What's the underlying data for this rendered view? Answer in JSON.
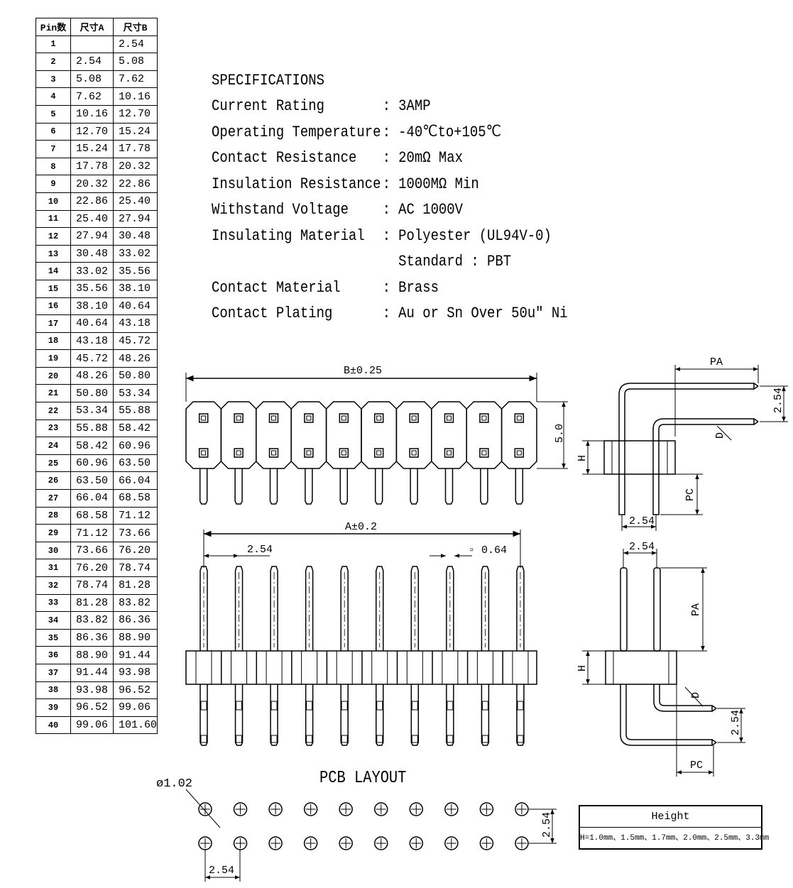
{
  "table": {
    "headers": [
      "Pin数",
      "尺寸A",
      "尺寸B"
    ],
    "rows": [
      [
        "1",
        "",
        "2.54"
      ],
      [
        "2",
        "2.54",
        "5.08"
      ],
      [
        "3",
        "5.08",
        "7.62"
      ],
      [
        "4",
        "7.62",
        "10.16"
      ],
      [
        "5",
        "10.16",
        "12.70"
      ],
      [
        "6",
        "12.70",
        "15.24"
      ],
      [
        "7",
        "15.24",
        "17.78"
      ],
      [
        "8",
        "17.78",
        "20.32"
      ],
      [
        "9",
        "20.32",
        "22.86"
      ],
      [
        "10",
        "22.86",
        "25.40"
      ],
      [
        "11",
        "25.40",
        "27.94"
      ],
      [
        "12",
        "27.94",
        "30.48"
      ],
      [
        "13",
        "30.48",
        "33.02"
      ],
      [
        "14",
        "33.02",
        "35.56"
      ],
      [
        "15",
        "35.56",
        "38.10"
      ],
      [
        "16",
        "38.10",
        "40.64"
      ],
      [
        "17",
        "40.64",
        "43.18"
      ],
      [
        "18",
        "43.18",
        "45.72"
      ],
      [
        "19",
        "45.72",
        "48.26"
      ],
      [
        "20",
        "48.26",
        "50.80"
      ],
      [
        "21",
        "50.80",
        "53.34"
      ],
      [
        "22",
        "53.34",
        "55.88"
      ],
      [
        "23",
        "55.88",
        "58.42"
      ],
      [
        "24",
        "58.42",
        "60.96"
      ],
      [
        "25",
        "60.96",
        "63.50"
      ],
      [
        "26",
        "63.50",
        "66.04"
      ],
      [
        "27",
        "66.04",
        "68.58"
      ],
      [
        "28",
        "68.58",
        "71.12"
      ],
      [
        "29",
        "71.12",
        "73.66"
      ],
      [
        "30",
        "73.66",
        "76.20"
      ],
      [
        "31",
        "76.20",
        "78.74"
      ],
      [
        "32",
        "78.74",
        "81.28"
      ],
      [
        "33",
        "81.28",
        "83.82"
      ],
      [
        "34",
        "83.82",
        "86.36"
      ],
      [
        "35",
        "86.36",
        "88.90"
      ],
      [
        "36",
        "88.90",
        "91.44"
      ],
      [
        "37",
        "91.44",
        "93.98"
      ],
      [
        "38",
        "93.98",
        "96.52"
      ],
      [
        "39",
        "96.52",
        "99.06"
      ],
      [
        "40",
        "99.06",
        "101.60"
      ]
    ]
  },
  "specs": {
    "title": "SPECIFICATIONS",
    "rows": [
      {
        "label": "Current Rating",
        "value": "3AMP"
      },
      {
        "label": "Operating Temperature",
        "value": "-40℃to+105℃"
      },
      {
        "label": "Contact Resistance",
        "value": "20mΩ Max"
      },
      {
        "label": "Insulation Resistance",
        "value": "1000MΩ Min"
      },
      {
        "label": "Withstand Voltage",
        "value": "AC 1000V"
      },
      {
        "label": "Insulating Material",
        "value": "Polyester (UL94V-0)"
      },
      {
        "label": "",
        "value": "Standard : PBT"
      },
      {
        "label": "Contact Material",
        "value": "Brass"
      },
      {
        "label": "Contact Plating",
        "value": "Au or Sn Over 50u″ Ni"
      }
    ]
  },
  "dims": {
    "b": "B±0.25",
    "five": "5.0",
    "a": "A±0.2",
    "pitch_top": "2.54",
    "square": "▫ 0.64",
    "pa_top": "PA",
    "pitch_side_top": "2.54",
    "d_top": "D",
    "h_top": "H",
    "pc_top": "PC",
    "pitch_bottom_top": "2.54",
    "pitch_side_bottom": "2.54",
    "pa_side": "PA",
    "h_bottom": "H",
    "d_bottom": "D",
    "pitch_right_bottom": "2.54",
    "pc_bottom": "PC",
    "diameter": "ø1.02",
    "pcb_pitch_v": "2.54",
    "pcb_pitch_h": "2.54"
  },
  "pcb_title": "PCB LAYOUT",
  "height_box": {
    "title": "Height",
    "value": "H=1.0mm、1.5mm、1.7mm、2.0mm、2.5mm、3.3mm"
  }
}
